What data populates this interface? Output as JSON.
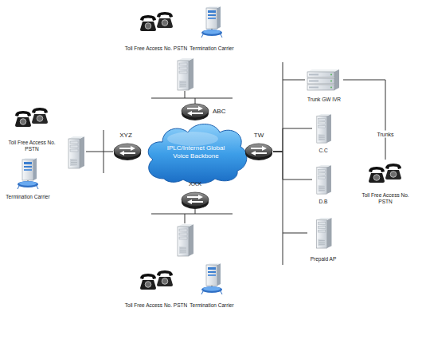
{
  "diagram": {
    "nodes": [
      {
        "text": [
          "Toll Free Access No. PSTN"
        ]
      },
      {
        "text": [
          "Termination Carrier"
        ]
      },
      {
        "text": [
          "ABC"
        ]
      },
      {
        "text": [
          "Toll Free Access No. PSTN"
        ]
      },
      {
        "text": [
          "Termination Carrier"
        ]
      },
      {
        "text": [
          "XYZ"
        ]
      },
      {
        "text": [
          "IPLC/Internet Global Voice Backbone"
        ]
      },
      {
        "text": [
          "TW"
        ]
      },
      {
        "text": [
          "Trunk GW IVR"
        ]
      },
      {
        "text": [
          "C.C"
        ]
      },
      {
        "text": [
          "D.B"
        ]
      },
      {
        "text": [
          "Prepaid AP"
        ]
      },
      {
        "text": [
          "Toll Free Access No. PSTN"
        ]
      },
      {
        "text": [
          "XXX"
        ]
      },
      {
        "text": [
          "Toll Free Access No. PSTN"
        ]
      },
      {
        "text": [
          "Termination Carrier"
        ]
      }
    ],
    "edges": [
      {
        "from": 7,
        "to": 8,
        "arrow": "none"
      },
      {
        "from": 7,
        "to": 9,
        "arrow": "none"
      },
      {
        "from": 7,
        "to": 10,
        "arrow": "none"
      },
      {
        "from": 7,
        "to": 11,
        "arrow": "none"
      },
      {
        "from": 8,
        "to": 12,
        "label": "Trunks",
        "arrow": "none"
      }
    ]
  }
}
